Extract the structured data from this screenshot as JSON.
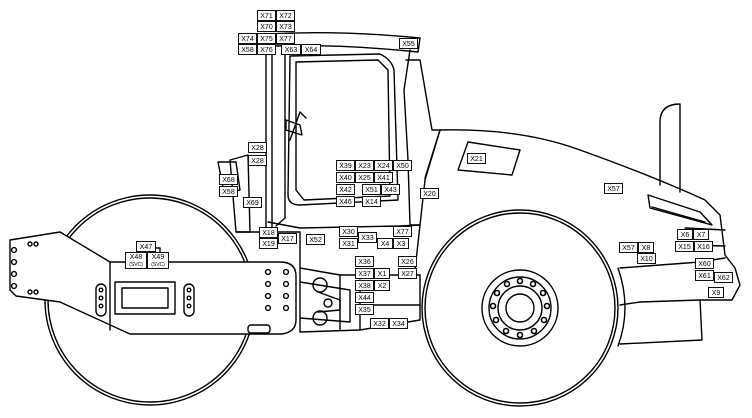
{
  "labels": {
    "x71": "X71",
    "x72": "X72",
    "x70": "X70",
    "x73": "X73",
    "x74": "X74",
    "x75": "X75",
    "x77": "X77",
    "x58": "X58",
    "x76": "X76",
    "x63": "X63",
    "x64": "X64",
    "x55": "X55",
    "x28a": "X28",
    "x28b": "X28",
    "x68": "X68",
    "x58b": "X58",
    "x69": "X69",
    "x39": "X39",
    "x23": "X23",
    "x24": "X24",
    "x50": "X50",
    "x40": "X40",
    "x25": "X25",
    "x41": "X41",
    "x42": "X42",
    "x51": "X51",
    "x43": "X43",
    "x46": "X46",
    "x14": "X14",
    "x21": "X21",
    "x20": "X20",
    "x57a": "X57",
    "x18": "X18",
    "x17": "X17",
    "x19": "X19",
    "x52": "X52",
    "x30": "X30",
    "x33": "X33",
    "x31": "X31",
    "x77b": "X77",
    "x4": "X4",
    "x3": "X3",
    "x47": "X47",
    "x48": "X48",
    "x49": "X49",
    "x36": "X36",
    "x26": "X26",
    "x27": "X27",
    "x37": "X37",
    "x1": "X1",
    "x38": "X38",
    "x2": "X2",
    "x44": "X44",
    "x35": "X35",
    "x32": "X32",
    "x34": "X34",
    "x6": "X6",
    "x7": "X7",
    "x15": "X15",
    "x16": "X16",
    "x57b": "X57",
    "x8": "X8",
    "x10": "X10",
    "x60": "X60",
    "x61": "X61",
    "x62": "X62",
    "x9": "X9"
  },
  "sublabels": {
    "x48_note": "(SVC)",
    "x49_note": "(SVC)"
  }
}
